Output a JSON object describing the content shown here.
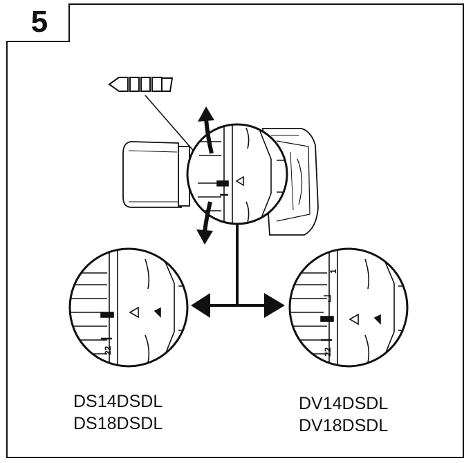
{
  "step": {
    "number": "5"
  },
  "clutch": {
    "symbol": "drill-mode-icon",
    "ring_mark_1": "1",
    "ring_mark_22": "22"
  },
  "models": {
    "left": [
      "DS14DSDL",
      "DS18DSDL"
    ],
    "right": [
      "DV14DSDL",
      "DV18DSDL"
    ]
  },
  "colors": {
    "ink": "#111111",
    "paper": "#ffffff"
  }
}
